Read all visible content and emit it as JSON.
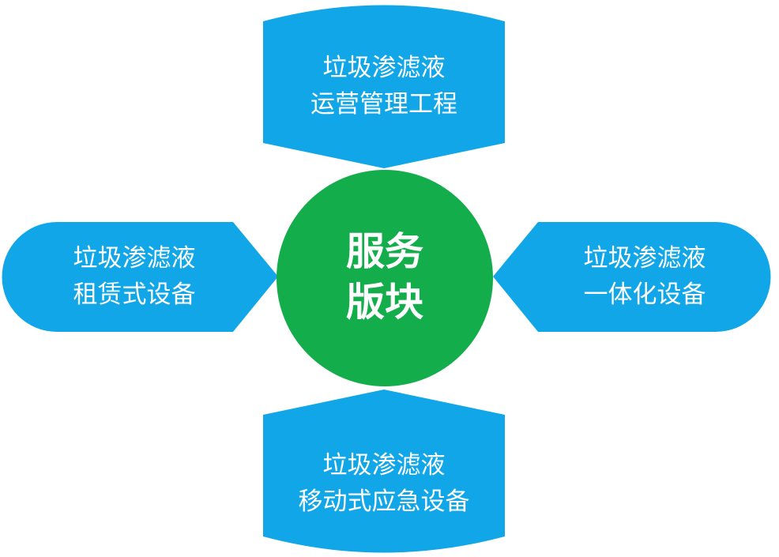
{
  "colors": {
    "shape_fill": "#10A6E8",
    "center_fill": "#13AD4B",
    "text": "#FFFFFF",
    "background": "#FFFFFF"
  },
  "center": {
    "line1": "服务",
    "line2": "版块"
  },
  "nodes": {
    "top": {
      "line1": "垃圾渗滤液",
      "line2": "运营管理工程"
    },
    "left": {
      "line1": "垃圾渗滤液",
      "line2": "租赁式设备"
    },
    "right": {
      "line1": "垃圾渗滤液",
      "line2": "一体化设备"
    },
    "bottom": {
      "line1": "垃圾渗滤液",
      "line2": "移动式应急设备"
    }
  }
}
